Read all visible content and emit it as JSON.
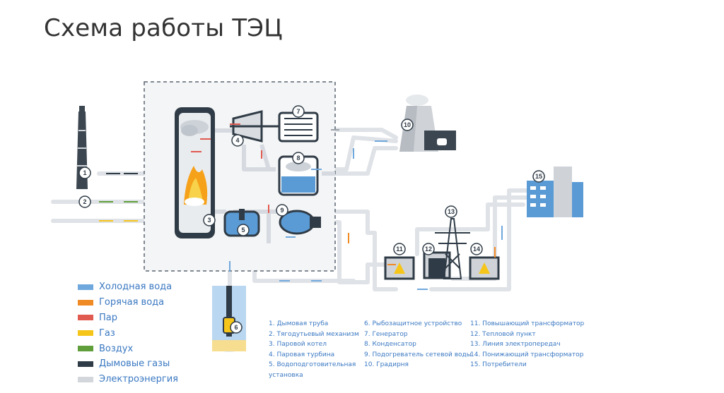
{
  "title": "Схема работы ТЭЦ",
  "colors": {
    "cold_water": "#6fa8dc",
    "hot_water": "#f08a24",
    "steam": "#e05a4f",
    "gas": "#f6c51a",
    "air": "#5f9e3a",
    "flue_gas": "#2f3b46",
    "electricity": "#d3d7dc",
    "accent_text": "#3a78c2"
  },
  "legend": [
    {
      "label": "Холодная вода",
      "color": "#6fa8dc"
    },
    {
      "label": "Горячая вода",
      "color": "#f08a24"
    },
    {
      "label": "Пар",
      "color": "#e05a4f"
    },
    {
      "label": "Газ",
      "color": "#f6c51a"
    },
    {
      "label": "Воздух",
      "color": "#5f9e3a"
    },
    {
      "label": "Дымовые газы",
      "color": "#2f3b46"
    },
    {
      "label": "Электроэнергия",
      "color": "#d3d7dc"
    }
  ],
  "key": {
    "col1": [
      "1. Дымовая труба",
      "2. Тягодутьевый механизм",
      "3. Паровой котел",
      "4. Паровая турбина",
      "5. Водоподготовительная",
      "установка"
    ],
    "col2": [
      "6. Рыбозащитное устройство",
      "7. Генератор",
      "8. Конденсатор",
      "9. Подогреватель сетевой воды",
      "10. Градирня"
    ],
    "col3": [
      "11. Повышающий трансформатор",
      "12. Тепловой пункт",
      "13. Линия электропередач",
      "14. Понижающий трансформатор",
      "15. Потребители"
    ]
  },
  "markers": [
    "1",
    "2",
    "3",
    "4",
    "5",
    "6",
    "7",
    "8",
    "9",
    "10",
    "11",
    "12",
    "13",
    "14",
    "15"
  ]
}
